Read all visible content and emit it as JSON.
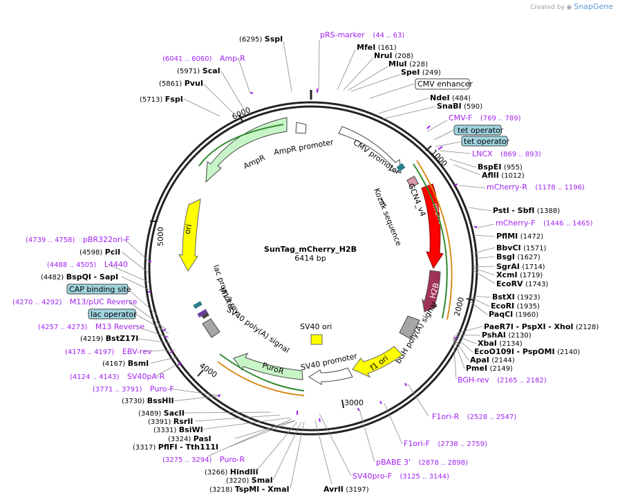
{
  "credit": {
    "prefix": "Created by",
    "brand": "SnapGene"
  },
  "plasmid": {
    "name": "SunTag_mCherry_H2B",
    "size": "6414 bp"
  },
  "ticks": [
    "1000",
    "2000",
    "3000",
    "4000",
    "5000",
    "6000"
  ],
  "enzymes": [
    {
      "id": "sspi",
      "text": "(6295)",
      "name": "SspI"
    },
    {
      "id": "mfei",
      "name": "MfeI",
      "text": "(161)"
    },
    {
      "id": "nrui",
      "name": "NruI",
      "text": "(208)"
    },
    {
      "id": "mlui",
      "name": "MluI",
      "text": "(228)"
    },
    {
      "id": "spei",
      "name": "SpeI",
      "text": "(249)"
    },
    {
      "id": "ndei",
      "name": "NdeI",
      "text": "(484)"
    },
    {
      "id": "snabi",
      "name": "SnaBI",
      "text": "(590)"
    },
    {
      "id": "bspei",
      "name": "BspEI",
      "text": "(955)"
    },
    {
      "id": "aflii",
      "name": "AflII",
      "text": "(1012)"
    },
    {
      "id": "psti",
      "name": "PstI",
      "name2": "- SbfI",
      "text": "(1388)"
    },
    {
      "id": "pflmi",
      "name": "PflMI",
      "text": "(1472)"
    },
    {
      "id": "bbvci",
      "name": "BbvCI",
      "text": "(1571)"
    },
    {
      "id": "bsgi",
      "name": "BsgI",
      "text": "(1627)"
    },
    {
      "id": "sgrai",
      "name": "SgrAI",
      "text": "(1714)"
    },
    {
      "id": "xcmi",
      "name": "XcmI",
      "text": "(1719)"
    },
    {
      "id": "ecorv",
      "name": "EcoRV",
      "text": "(1743)"
    },
    {
      "id": "bstxi",
      "name": "BstXI",
      "text": "(1923)"
    },
    {
      "id": "ecori",
      "name": "EcoRI",
      "text": "(1935)"
    },
    {
      "id": "paqci",
      "name": "PaqCI",
      "text": "(1960)"
    },
    {
      "id": "paer7i",
      "name": "PaeR7I",
      "name2": "- PspXI",
      "name3": "- XhoI",
      "text": "(2128)"
    },
    {
      "id": "pshai",
      "name": "PshAI",
      "text": "(2130)"
    },
    {
      "id": "xbai",
      "name": "XbaI",
      "text": "(2134)"
    },
    {
      "id": "eco0109i",
      "name": "EcoO109I",
      "name2": "- PspOMI",
      "text": "(2140)"
    },
    {
      "id": "apai",
      "name": "ApaI",
      "text": "(2144)"
    },
    {
      "id": "pmei",
      "name": "PmeI",
      "text": "(2149)"
    },
    {
      "id": "avrii",
      "name": "AvrII",
      "text": "(3197)"
    },
    {
      "id": "tspmi",
      "text": "(3218)",
      "name": "TspMI",
      "name2": "- XmaI"
    },
    {
      "id": "smai",
      "text": "(3220)",
      "name": "SmaI"
    },
    {
      "id": "hindiii",
      "text": "(3266)",
      "name": "HindIII"
    },
    {
      "id": "pflfi",
      "text": "(3317)",
      "name": "PflFI",
      "name2": "- Tth111I"
    },
    {
      "id": "pasi",
      "text": "(3324)",
      "name": "PasI"
    },
    {
      "id": "bsiwi",
      "text": "(3331)",
      "name": "BsiWI"
    },
    {
      "id": "rsrii",
      "text": "(3391)",
      "name": "RsrII"
    },
    {
      "id": "sacii",
      "text": "(3489)",
      "name": "SacII"
    },
    {
      "id": "bsshii",
      "text": "(3730)",
      "name": "BssHII"
    },
    {
      "id": "bsmi",
      "text": "(4167)",
      "name": "BsmI"
    },
    {
      "id": "bstz17i",
      "text": "(4219)",
      "name": "BstZ17I"
    },
    {
      "id": "bspqi",
      "text": "(4482)",
      "name": "BspQI",
      "name2": "- SapI"
    },
    {
      "id": "pcii",
      "text": "(4598)",
      "name": "PciI"
    },
    {
      "id": "fspi",
      "text": "(5713)",
      "name": "FspI"
    },
    {
      "id": "pvui",
      "text": "(5861)",
      "name": "PvuI"
    },
    {
      "id": "scai",
      "text": "(5971)",
      "name": "ScaI"
    }
  ],
  "primers": [
    {
      "id": "prs-marker",
      "name": "pRS-marker",
      "range": "(44 .. 63)"
    },
    {
      "id": "cmv-f",
      "name": "CMV-F",
      "range": "(769 .. 789)"
    },
    {
      "id": "lncx",
      "name": "LNCX",
      "range": "(869 .. 893)"
    },
    {
      "id": "mcherry-r",
      "name": "mCherry-R",
      "range": "(1178 .. 1196)"
    },
    {
      "id": "mcherry-f",
      "name": "mCherry-F",
      "range": "(1446 .. 1465)"
    },
    {
      "id": "bgh-rev",
      "name": "BGH-rev",
      "range": "(2165 .. 2182)"
    },
    {
      "id": "f1ori-r",
      "name": "F1ori-R",
      "range": "(2528 .. 2547)"
    },
    {
      "id": "f1ori-f",
      "name": "F1ori-F",
      "range": "(2738 .. 2759)"
    },
    {
      "id": "pbabe3",
      "name": "pBABE 3'",
      "range": "(2878 .. 2898)"
    },
    {
      "id": "sv40pro-f",
      "name": "SV40pro-F",
      "range": "(3125 .. 3144)"
    },
    {
      "id": "puro-r",
      "name": "Puro-R",
      "range": "(3275 .. 3294)"
    },
    {
      "id": "puro-f",
      "name": "Puro-F",
      "range": "(3771 .. 3791)"
    },
    {
      "id": "sv40pa-r",
      "name": "SV40pA-R",
      "range": "(4124 .. 4143)"
    },
    {
      "id": "ebv-rev",
      "name": "EBV-rev",
      "range": "(4178 .. 4197)"
    },
    {
      "id": "m13-reverse",
      "name": "M13 Reverse",
      "range": "(4257 .. 4273)"
    },
    {
      "id": "m13-puc-reverse",
      "name": "M13/pUC Reverse",
      "range": "(4270 .. 4292)"
    },
    {
      "id": "l4440",
      "name": "L4440",
      "range": "(4488 .. 4505)"
    },
    {
      "id": "pbr322ori-f",
      "name": "pBR322ori-F",
      "range": "(4739 .. 4758)"
    },
    {
      "id": "amp-r",
      "name": "Amp-R",
      "range": "(6041 .. 6060)"
    }
  ],
  "boxed_features": [
    {
      "id": "cmv-enhancer",
      "text": "CMV enhancer",
      "color": "#ffffff"
    },
    {
      "id": "tet-operator-1",
      "text": "tet operator",
      "color": "#9fd3df"
    },
    {
      "id": "tet-operator-2",
      "text": "tet operator",
      "color": "#9fd3df"
    },
    {
      "id": "cap-binding-site",
      "text": "CAP binding site",
      "color": "#9fd3df"
    },
    {
      "id": "lac-operator",
      "text": "lac operator",
      "color": "#9fd3df"
    }
  ],
  "features": [
    {
      "id": "cmv-promoter",
      "text": "CMV promoter",
      "color": "#ffffff"
    },
    {
      "id": "gcn4-v4",
      "text": "GCN4_v4",
      "color": "#d89aa8"
    },
    {
      "id": "kozak",
      "text": "Kozak sequence",
      "color": "#ffffff"
    },
    {
      "id": "mcherry",
      "text": "mCherry",
      "color": "#ff0000"
    },
    {
      "id": "h2b",
      "text": "H2B",
      "color": "#a0325a"
    },
    {
      "id": "bgh-polya",
      "text": "bGH poly(A) signal",
      "color": "#a6a6a6"
    },
    {
      "id": "f1-ori",
      "text": "f1 ori",
      "color": "#ffff00"
    },
    {
      "id": "sv40-promoter",
      "text": "SV40 promoter",
      "color": "#ffffff"
    },
    {
      "id": "sv40-ori",
      "text": "SV40 ori",
      "color": "#ffff00"
    },
    {
      "id": "puror",
      "text": "PuroR",
      "color": "#c8f5c8"
    },
    {
      "id": "sv40-polya",
      "text": "SV40 poly(A) signal",
      "color": "#ffffff"
    },
    {
      "id": "m13-rev",
      "text": "M13 rev",
      "color": "#ffffff"
    },
    {
      "id": "lac-promoter",
      "text": "lac promoter",
      "color": "#ffffff"
    },
    {
      "id": "ori",
      "text": "ori",
      "color": "#ffff00"
    },
    {
      "id": "ampr",
      "text": "AmpR",
      "color": "#c8f5c8"
    },
    {
      "id": "ampr-promoter",
      "text": "AmpR promoter",
      "color": "#ffffff"
    }
  ]
}
